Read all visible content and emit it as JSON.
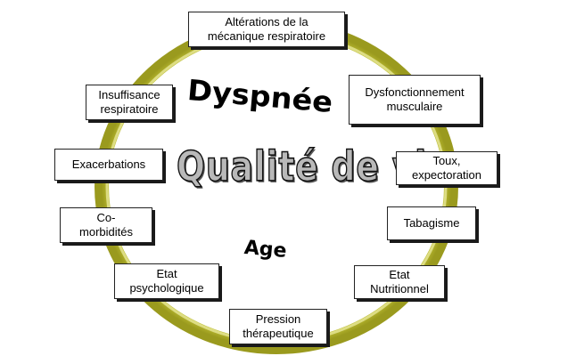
{
  "title": "Dyspnée",
  "center_text": "Qualité de vie",
  "bottom_text": "Age",
  "ring_color": "#c8c83a",
  "factors": [
    {
      "id": "mecanique",
      "label": "Altérations de la\nmécanique respiratoire"
    },
    {
      "id": "musculaire",
      "label": "Dysfonctionnement\nmusculaire"
    },
    {
      "id": "toux",
      "label": "Toux,\nexpectoration"
    },
    {
      "id": "tabagisme",
      "label": "Tabagisme"
    },
    {
      "id": "nutritionnel",
      "label": "Etat\nNutritionnel"
    },
    {
      "id": "pression",
      "label": "Pression\nthérapeutique"
    },
    {
      "id": "psychologique",
      "label": "Etat\npsychologique"
    },
    {
      "id": "comorbidites",
      "label": "Co-\nmorbidités"
    },
    {
      "id": "exacerbations",
      "label": "Exacerbations"
    },
    {
      "id": "insuffisance",
      "label": "Insuffisance\nrespiratoire"
    }
  ]
}
